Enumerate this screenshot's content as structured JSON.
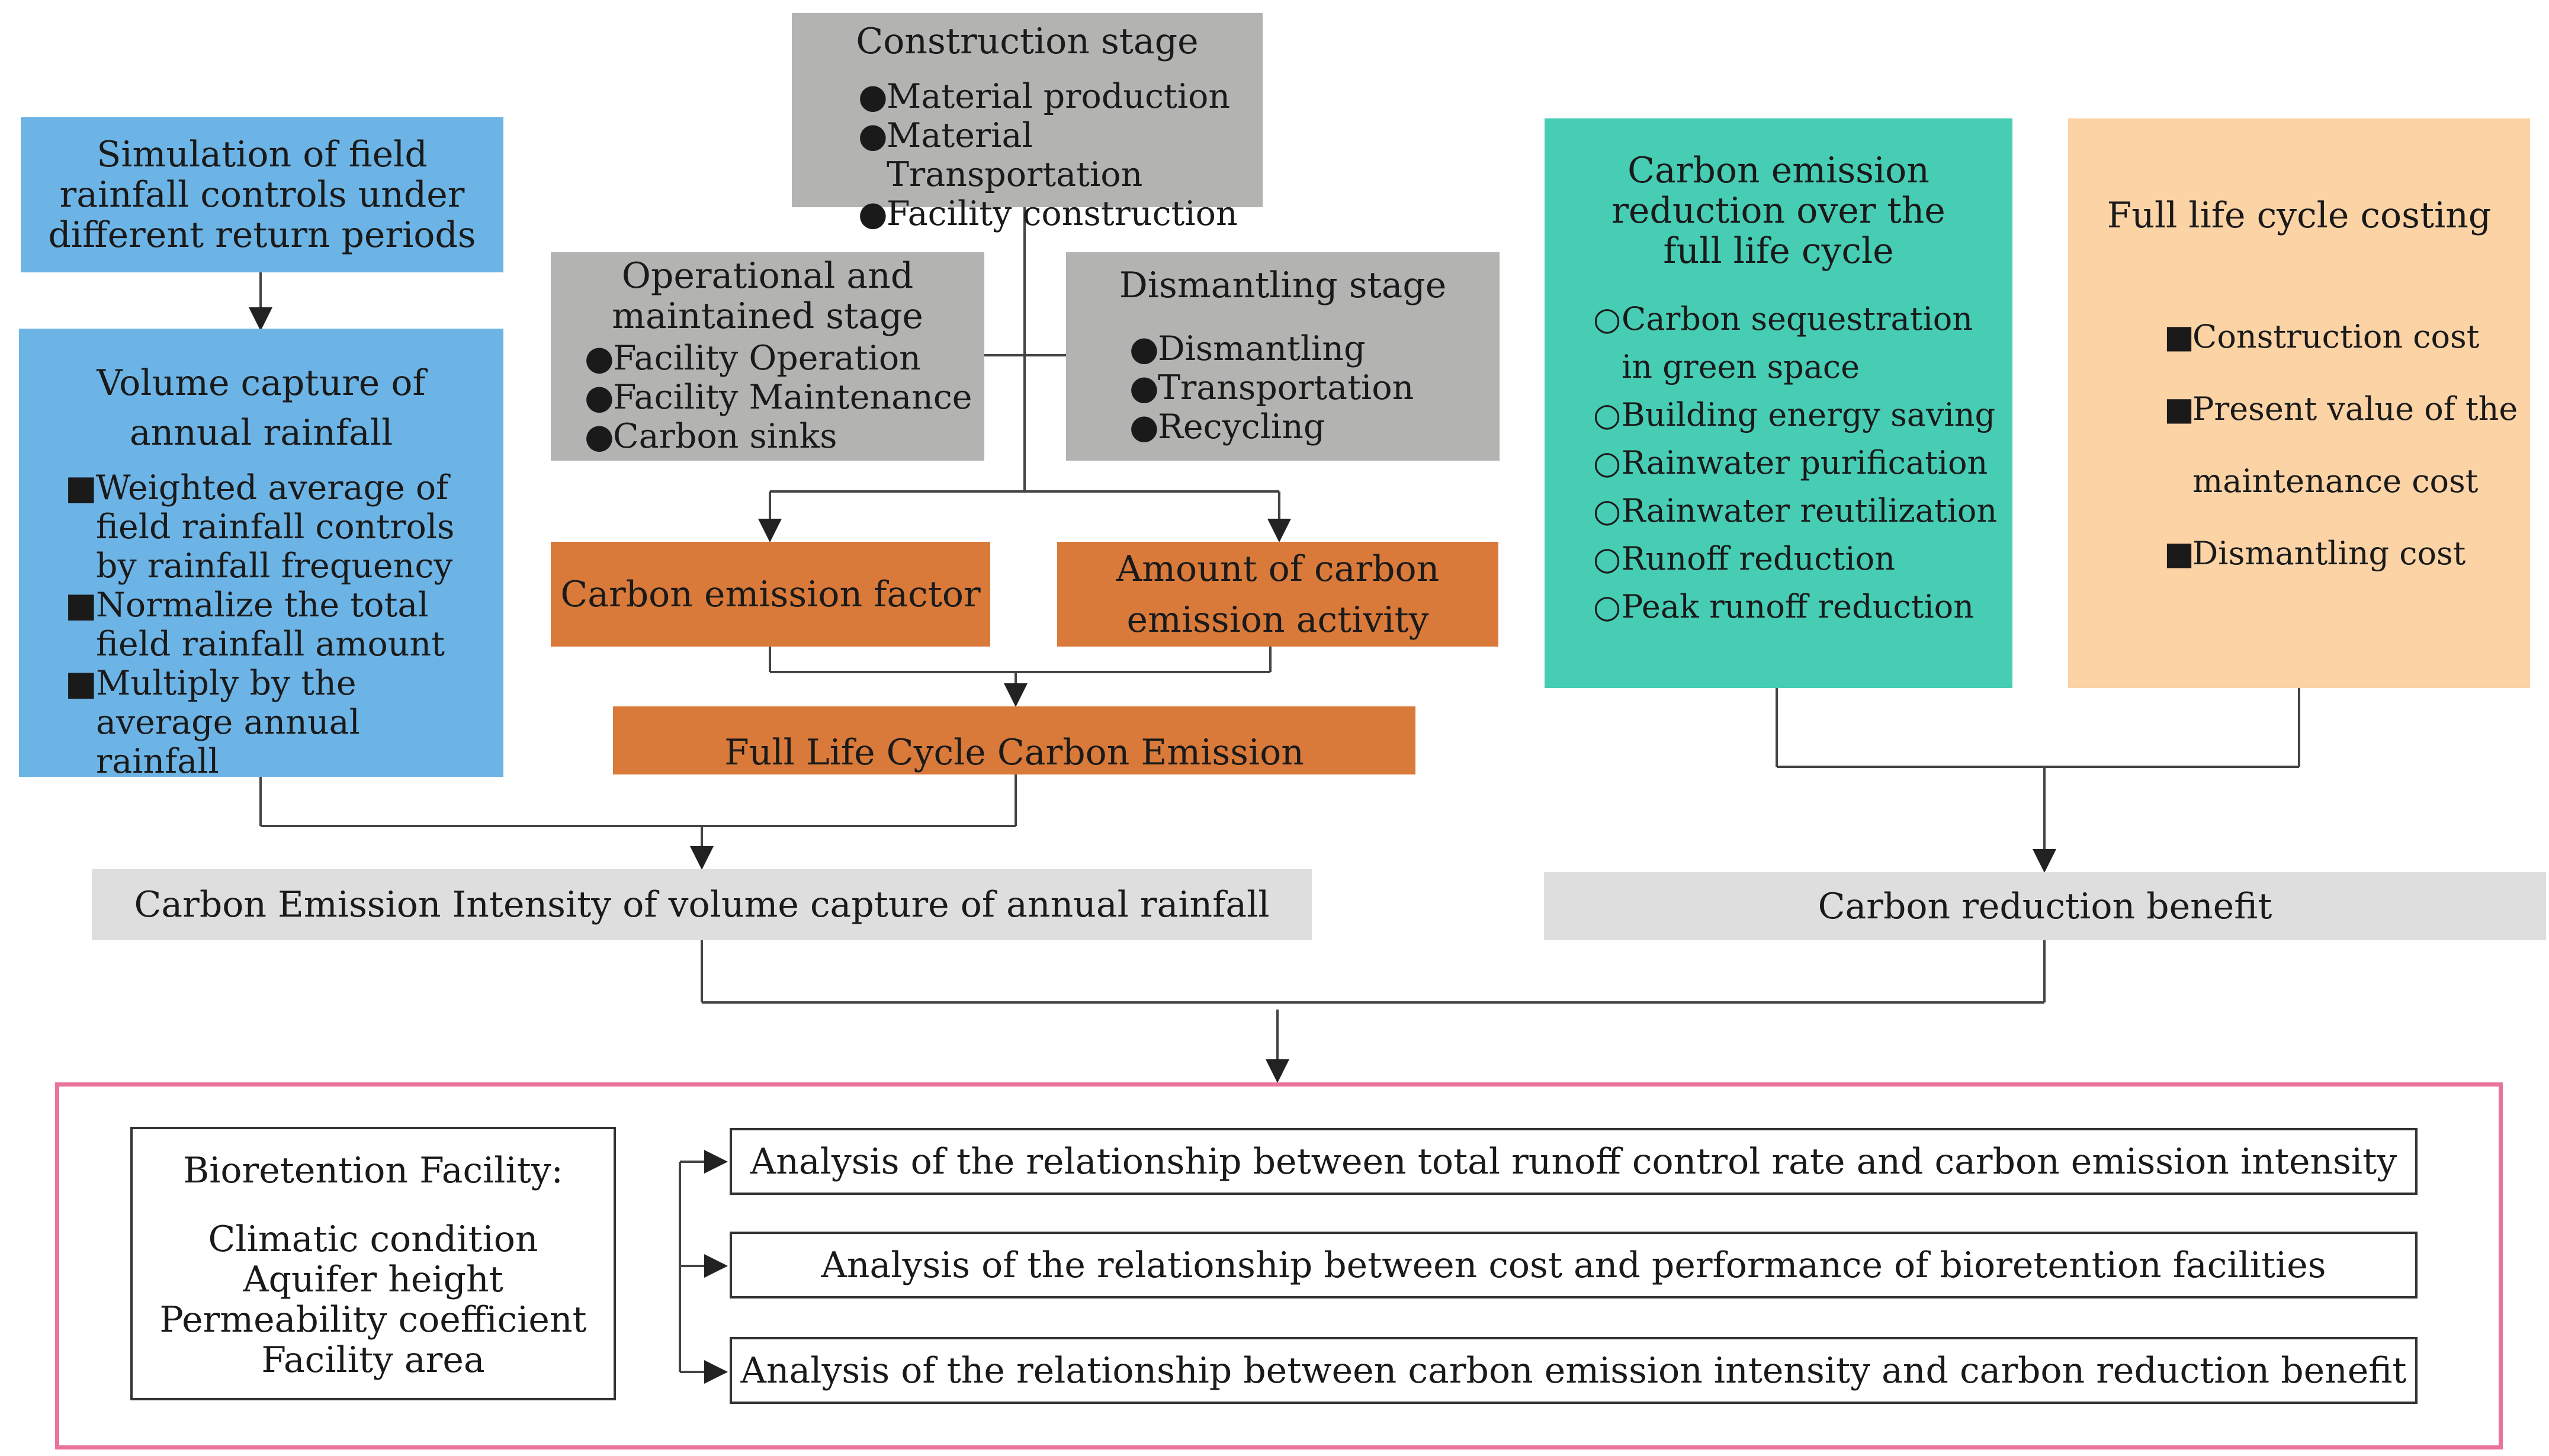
{
  "sim_box": {
    "text": "Simulation of field rainfall controls under different return periods"
  },
  "volume_box": {
    "title": "Volume capture of annual rainfall",
    "items": [
      "Weighted average of field rainfall controls by rainfall frequency",
      "Normalize the total field rainfall amount",
      "Multiply by the average annual rainfall"
    ]
  },
  "construction": {
    "title": "Construction stage",
    "items": [
      "Material production",
      "Material Transportation",
      "Facility construction"
    ]
  },
  "operational": {
    "title": "Operational and maintained stage",
    "items": [
      "Facility Operation",
      "Facility Maintenance",
      "Carbon sinks"
    ]
  },
  "dismantling": {
    "title": "Dismantling stage",
    "items": [
      "Dismantling",
      "Transportation",
      "Recycling"
    ]
  },
  "factor_box": {
    "text": "Carbon emission factor"
  },
  "activity_box": {
    "text": "Amount of carbon emission activity"
  },
  "full_emission": {
    "text": "Full Life Cycle Carbon Emission"
  },
  "intensity_box": {
    "text": "Carbon Emission Intensity of volume capture of annual rainfall"
  },
  "reduction_cycle": {
    "title": "Carbon emission reduction over the full life cycle",
    "items": [
      "Carbon  sequestration in green space",
      "Building  energy saving",
      "Rainwater purification",
      "Rainwater reutilization",
      "Runoff  reduction",
      "Peak runoff  reduction"
    ]
  },
  "costing": {
    "title": "Full life cycle costing",
    "items": [
      "Construction cost",
      "Present value of the maintenance cost",
      "Dismantling cost"
    ]
  },
  "benefit_box": {
    "text": "Carbon reduction benefit"
  },
  "bioretention": {
    "title": "Bioretention Facility:",
    "items": [
      "Climatic condition",
      "Aquifer height",
      "Permeability coefficient",
      "Facility area"
    ]
  },
  "analyses": [
    "Analysis of the relationship between total runoff control rate and carbon emission intensity",
    "Analysis of the relationship between cost and performance of bioretention facilities",
    "Analysis of the relationship between carbon emission intensity and carbon reduction benefit"
  ],
  "colors": {
    "blue": "#6db4e6",
    "grey": "#b3b3b2",
    "light_grey": "#dedede",
    "orange": "#d97a3a",
    "teal": "#46cdb4",
    "peach": "#fbd3a5",
    "pink_border": "#e9749a"
  },
  "icons": {
    "filled_bullet": "black-circle",
    "square_bullet": "black-square",
    "hollow_bullet": "white-circle"
  }
}
